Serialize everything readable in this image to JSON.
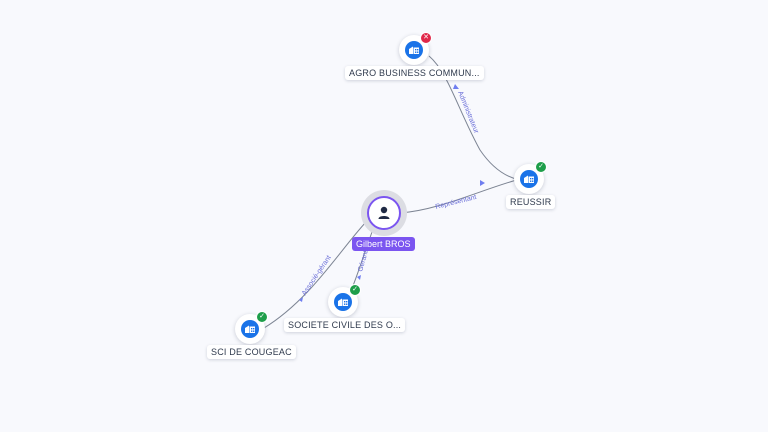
{
  "colors": {
    "company": "#1a73e8",
    "person_accent": "#7b55f0",
    "active_badge": "#1e9e4a",
    "closed_badge": "#e0284a",
    "edge": "#7c8493",
    "edge_label": "#6b6fd8"
  },
  "nodes": {
    "agro": {
      "label": "AGRO BUSINESS COMMUN...",
      "status": "closed",
      "icon": "building-icon"
    },
    "reussir": {
      "label": "REUSSIR",
      "status": "active",
      "icon": "building-icon"
    },
    "person": {
      "label": "Gilbert BROS",
      "icon": "user-icon"
    },
    "sci": {
      "label": "SCI DE COUGEAC",
      "status": "active",
      "icon": "building-icon"
    },
    "societe": {
      "label": "SOCIETE CIVILE DES O...",
      "status": "active",
      "icon": "building-icon"
    }
  },
  "edges": {
    "administrateur": "Administrateur",
    "representant": "Représentant",
    "associe_gerant": "Associé-gérant",
    "gerant": "Gérant"
  }
}
